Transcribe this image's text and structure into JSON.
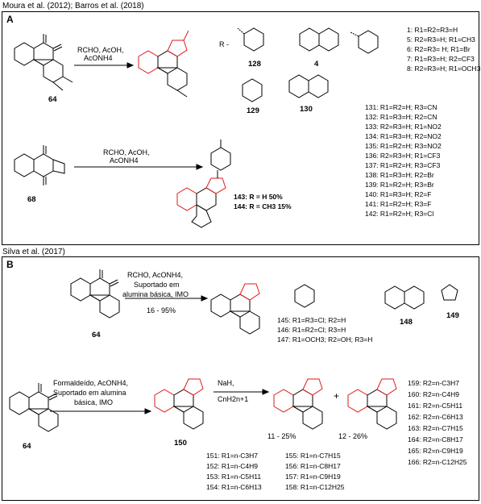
{
  "colors": {
    "accent_red": "#e0191a",
    "line": "#000000"
  },
  "sectionA": {
    "caption": "Moura et al. (2012); Barros et al. (2018)",
    "letter": "A",
    "rxn1": {
      "reagent_l1": "RCHO, AcOH,",
      "reagent_l2": "AcONH4",
      "start": "64",
      "r_prefix": "R -"
    },
    "rings": {
      "c128": "128",
      "c4": "4",
      "c129": "129",
      "c130": "130"
    },
    "subs_top": [
      "1: R1=R2=R3=H",
      "5: R2=R3=H; R1=CH3",
      "6: R2=R3= H; R1=Br",
      "7: R1=R3=H; R2=CF3",
      "8: R2=R3=H; R1=OCH3"
    ],
    "subs_mid": [
      "131: R1=R2=H; R3=CN",
      "132: R1=R3=H; R2=CN",
      "133: R2=R3=H; R1=NO2",
      "134: R1=R3=H; R2=NO2",
      "135: R1=R2=H; R3=NO2",
      "136: R2=R3=H; R1=CF3",
      "137: R1=R2=H; R3=CF3",
      "138: R1=R3=H; R2=Br",
      "139: R1=R2=H; R3=Br",
      "140: R1=R3=H; R2=F",
      "141: R1=R2=H; R3=F",
      "142: R1=R2=H; R3=Cl"
    ],
    "rxn2": {
      "reagent_l1": "RCHO, AcOH,",
      "reagent_l2": "AcONH4",
      "start": "68",
      "p143": "143: R = H      50%",
      "p144": "144: R = CH3 15%"
    }
  },
  "sectionB": {
    "caption": "Silva et al. (2017)",
    "letter": "B",
    "rxn1": {
      "l1": "RCHO, AcONH4,",
      "l2": "Suportado em",
      "l3": "alumina básica, IMO",
      "yield": "16 - 95%",
      "start": "64",
      "p145": "145: R1=R3=Cl; R2=H",
      "p146": "146: R1=R2=Cl; R3=H",
      "p147": "147: R1=OCH3; R2=OH; R3=H",
      "c148": "148",
      "c149": "149"
    },
    "rxn2": {
      "l1": "Formaldeído, AcONH4,",
      "l2": "Suportado em alumina",
      "l3": "básica, IMO",
      "start": "64",
      "mid": "150",
      "r3_l1": "NaH,",
      "r3_l2": "CnH2n+1",
      "y1": "11 - 25%",
      "y2": "12 - 26%",
      "plus": "+",
      "left_list": [
        "151: R1=n-C3H7",
        "152: R1=n-C4H9",
        "153: R1=n-C5H11",
        "154: R1=n-C6H13"
      ],
      "mid_list": [
        "155: R1=n-C7H15",
        "156: R1=n-C8H17",
        "157: R1=n-C9H19",
        "158: R1=n-C12H25"
      ],
      "right_list": [
        "159: R2=n-C3H7",
        "160: R2=n-C4H9",
        "161: R2=n-C5H11",
        "162: R2=n-C6H13",
        "163: R2=n-C7H15",
        "164: R2=n-C8H17",
        "165: R2=n-C9H19",
        "166: R2=n-C12H25"
      ]
    }
  }
}
